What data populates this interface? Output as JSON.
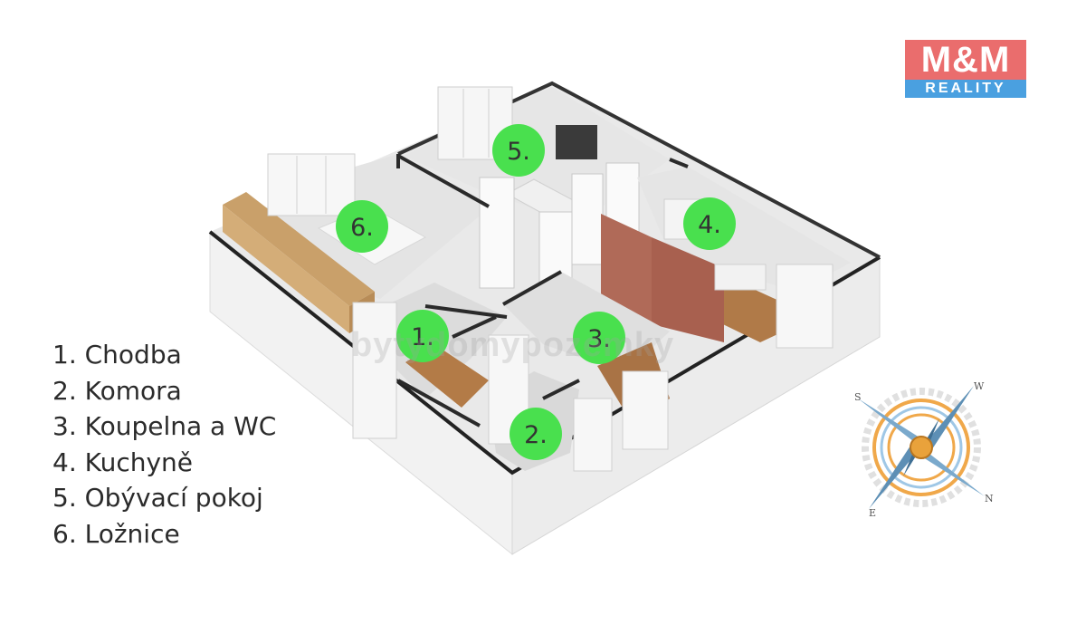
{
  "logo": {
    "brand": "M&M",
    "sub": "REALITY"
  },
  "watermark": "bytydomypozemky",
  "rooms": [
    {
      "number": "1."
    },
    {
      "number": "2."
    },
    {
      "number": "3."
    },
    {
      "number": "4."
    },
    {
      "number": "5."
    },
    {
      "number": "6."
    }
  ],
  "legend": [
    "1. Chodba",
    "2. Komora",
    "3. Koupelna a WC",
    "4. Kuchyně",
    "5. Obývací pokoj",
    "6. Ložnice"
  ],
  "compass": {
    "north": "N",
    "east": "E",
    "south": "S",
    "west": "W"
  },
  "colors": {
    "badge": "#49e04e",
    "logo_red": "#ea6d6d",
    "logo_blue": "#4aa0e0",
    "floor_wood": "#b07a48",
    "accent_wall": "#b06a58"
  }
}
